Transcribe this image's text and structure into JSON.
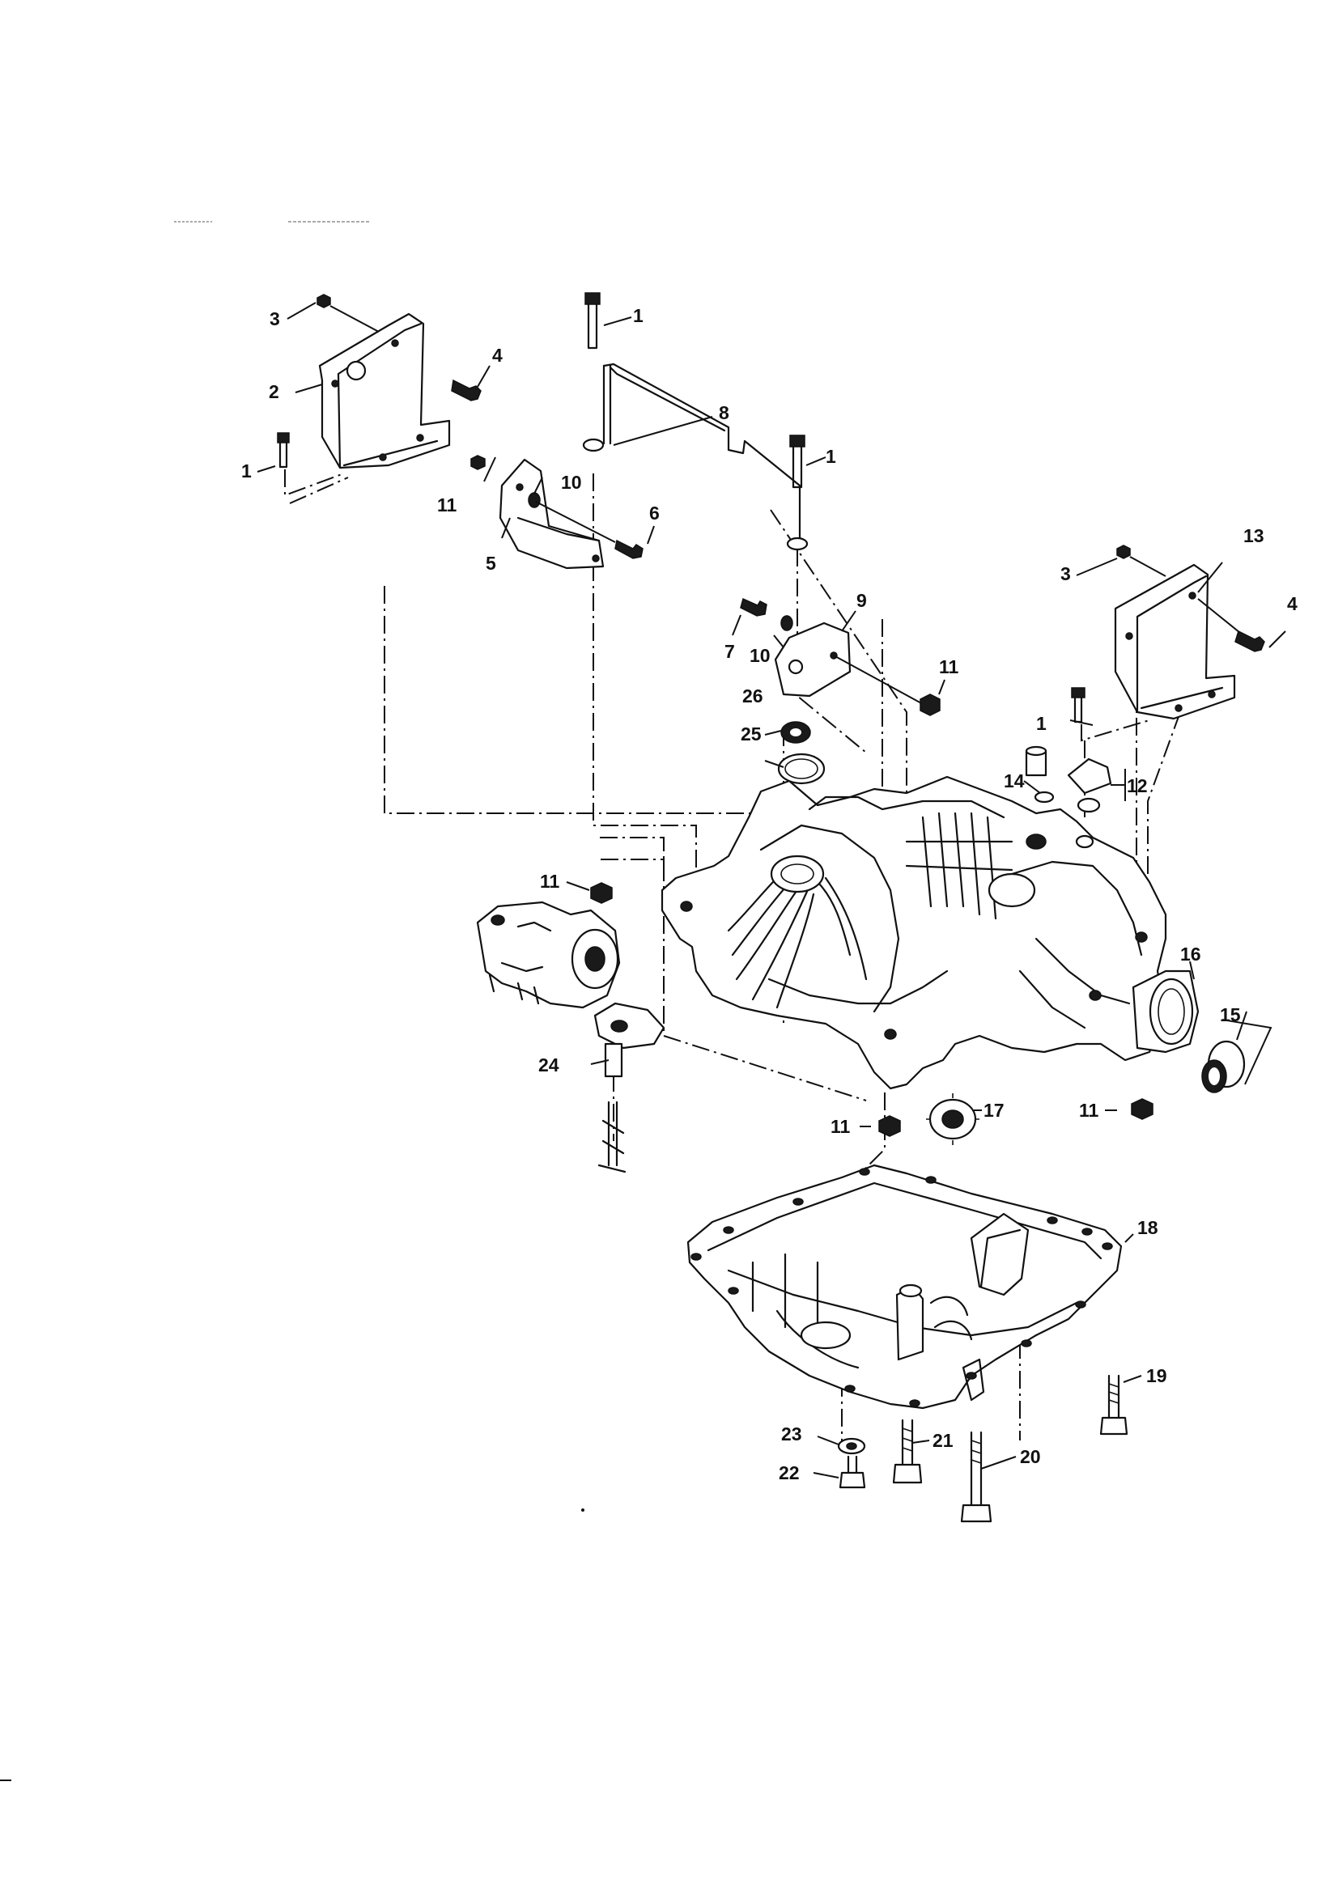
{
  "header": {
    "left_text": "",
    "right_text": ""
  },
  "callouts": [
    {
      "id": "c1a",
      "label": "1"
    },
    {
      "id": "c1b",
      "label": "1"
    },
    {
      "id": "c1c",
      "label": "1"
    },
    {
      "id": "c1d",
      "label": "1"
    },
    {
      "id": "c2",
      "label": "2"
    },
    {
      "id": "c3a",
      "label": "3"
    },
    {
      "id": "c3b",
      "label": "3"
    },
    {
      "id": "c4a",
      "label": "4"
    },
    {
      "id": "c4b",
      "label": "4"
    },
    {
      "id": "c5",
      "label": "5"
    },
    {
      "id": "c6",
      "label": "6"
    },
    {
      "id": "c7",
      "label": "7"
    },
    {
      "id": "c8",
      "label": "8"
    },
    {
      "id": "c9",
      "label": "9"
    },
    {
      "id": "c10a",
      "label": "10"
    },
    {
      "id": "c10b",
      "label": "10"
    },
    {
      "id": "c11a",
      "label": "11"
    },
    {
      "id": "c11b",
      "label": "11"
    },
    {
      "id": "c11c",
      "label": "11"
    },
    {
      "id": "c11d",
      "label": "11"
    },
    {
      "id": "c11e",
      "label": "11"
    },
    {
      "id": "c12",
      "label": "12"
    },
    {
      "id": "c13",
      "label": "13"
    },
    {
      "id": "c14",
      "label": "14"
    },
    {
      "id": "c15",
      "label": "15"
    },
    {
      "id": "c16",
      "label": "16"
    },
    {
      "id": "c17",
      "label": "17"
    },
    {
      "id": "c18",
      "label": "18"
    },
    {
      "id": "c19",
      "label": "19"
    },
    {
      "id": "c20",
      "label": "20"
    },
    {
      "id": "c21",
      "label": "21"
    },
    {
      "id": "c22",
      "label": "22"
    },
    {
      "id": "c23",
      "label": "23"
    },
    {
      "id": "c24",
      "label": "24"
    },
    {
      "id": "c25",
      "label": "25"
    },
    {
      "id": "c26",
      "label": "26"
    }
  ]
}
